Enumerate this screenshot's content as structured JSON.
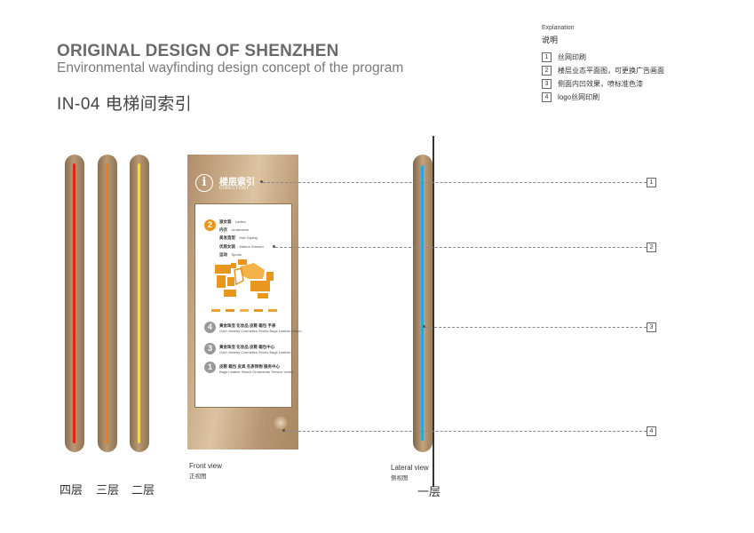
{
  "header": {
    "title": "ORIGINAL DESIGN OF SHENZHEN",
    "subtitle": "Environmental wayfinding design concept of the program",
    "code_title": "IN-04  电梯间索引"
  },
  "explanation": {
    "label_en": "Explanation",
    "label_zh": "说明",
    "items": [
      {
        "num": "1",
        "text": "丝网印刷"
      },
      {
        "num": "2",
        "text": "楼层业态平面图，可更换广告画面"
      },
      {
        "num": "3",
        "text": "侧面内凹效果，喷标准色漆"
      },
      {
        "num": "4",
        "text": "logo丝网印刷"
      }
    ]
  },
  "pillars": [
    {
      "floor": "四层",
      "stripe_color": "#e0241a"
    },
    {
      "floor": "三层",
      "stripe_color": "#ef7a18"
    },
    {
      "floor": "二层",
      "stripe_color": "#f5e40f"
    }
  ],
  "front_panel": {
    "info_icon": "i",
    "title": "楼层索引",
    "title_en": "DIRECTORY",
    "featured_floor": {
      "num": "2",
      "lines": [
        {
          "zh": "淑女装",
          "en": "Ladies"
        },
        {
          "zh": "内衣",
          "en": "Underwear"
        },
        {
          "zh": "美发造型",
          "en": "Hair Styling"
        },
        {
          "zh": "优质女装",
          "en": "Mature Women"
        },
        {
          "zh": "运动",
          "en": "Sports"
        }
      ]
    },
    "other_floors": [
      {
        "num": "4",
        "text": "黄金珠宝 化妆品 皮鞋 箱包 手表",
        "en": "Gold Jewelry  Cosmetics  Shoes  Bags  Leather  Watch"
      },
      {
        "num": "3",
        "text": "黄金珠宝 化妆品 皮鞋 箱包中心",
        "en": "Gold Jewelry  Cosmetics  Shoes  Bags  Leather"
      },
      {
        "num": "1",
        "text": "皮鞋 箱包 皮具 名表饰物 服务中心",
        "en": "Bags  Leather  Watch  Ornaments  Service center"
      }
    ],
    "accent_color": "#e8961e"
  },
  "captions": {
    "front_en": "Front view",
    "front_zh": "正视图",
    "lateral_en": "Lateral view",
    "lateral_zh": "侧视图",
    "lateral_floor": "一层"
  },
  "lateral": {
    "stripe_color": "#2aa7e0"
  },
  "callouts": [
    "1",
    "2",
    "3",
    "4"
  ]
}
